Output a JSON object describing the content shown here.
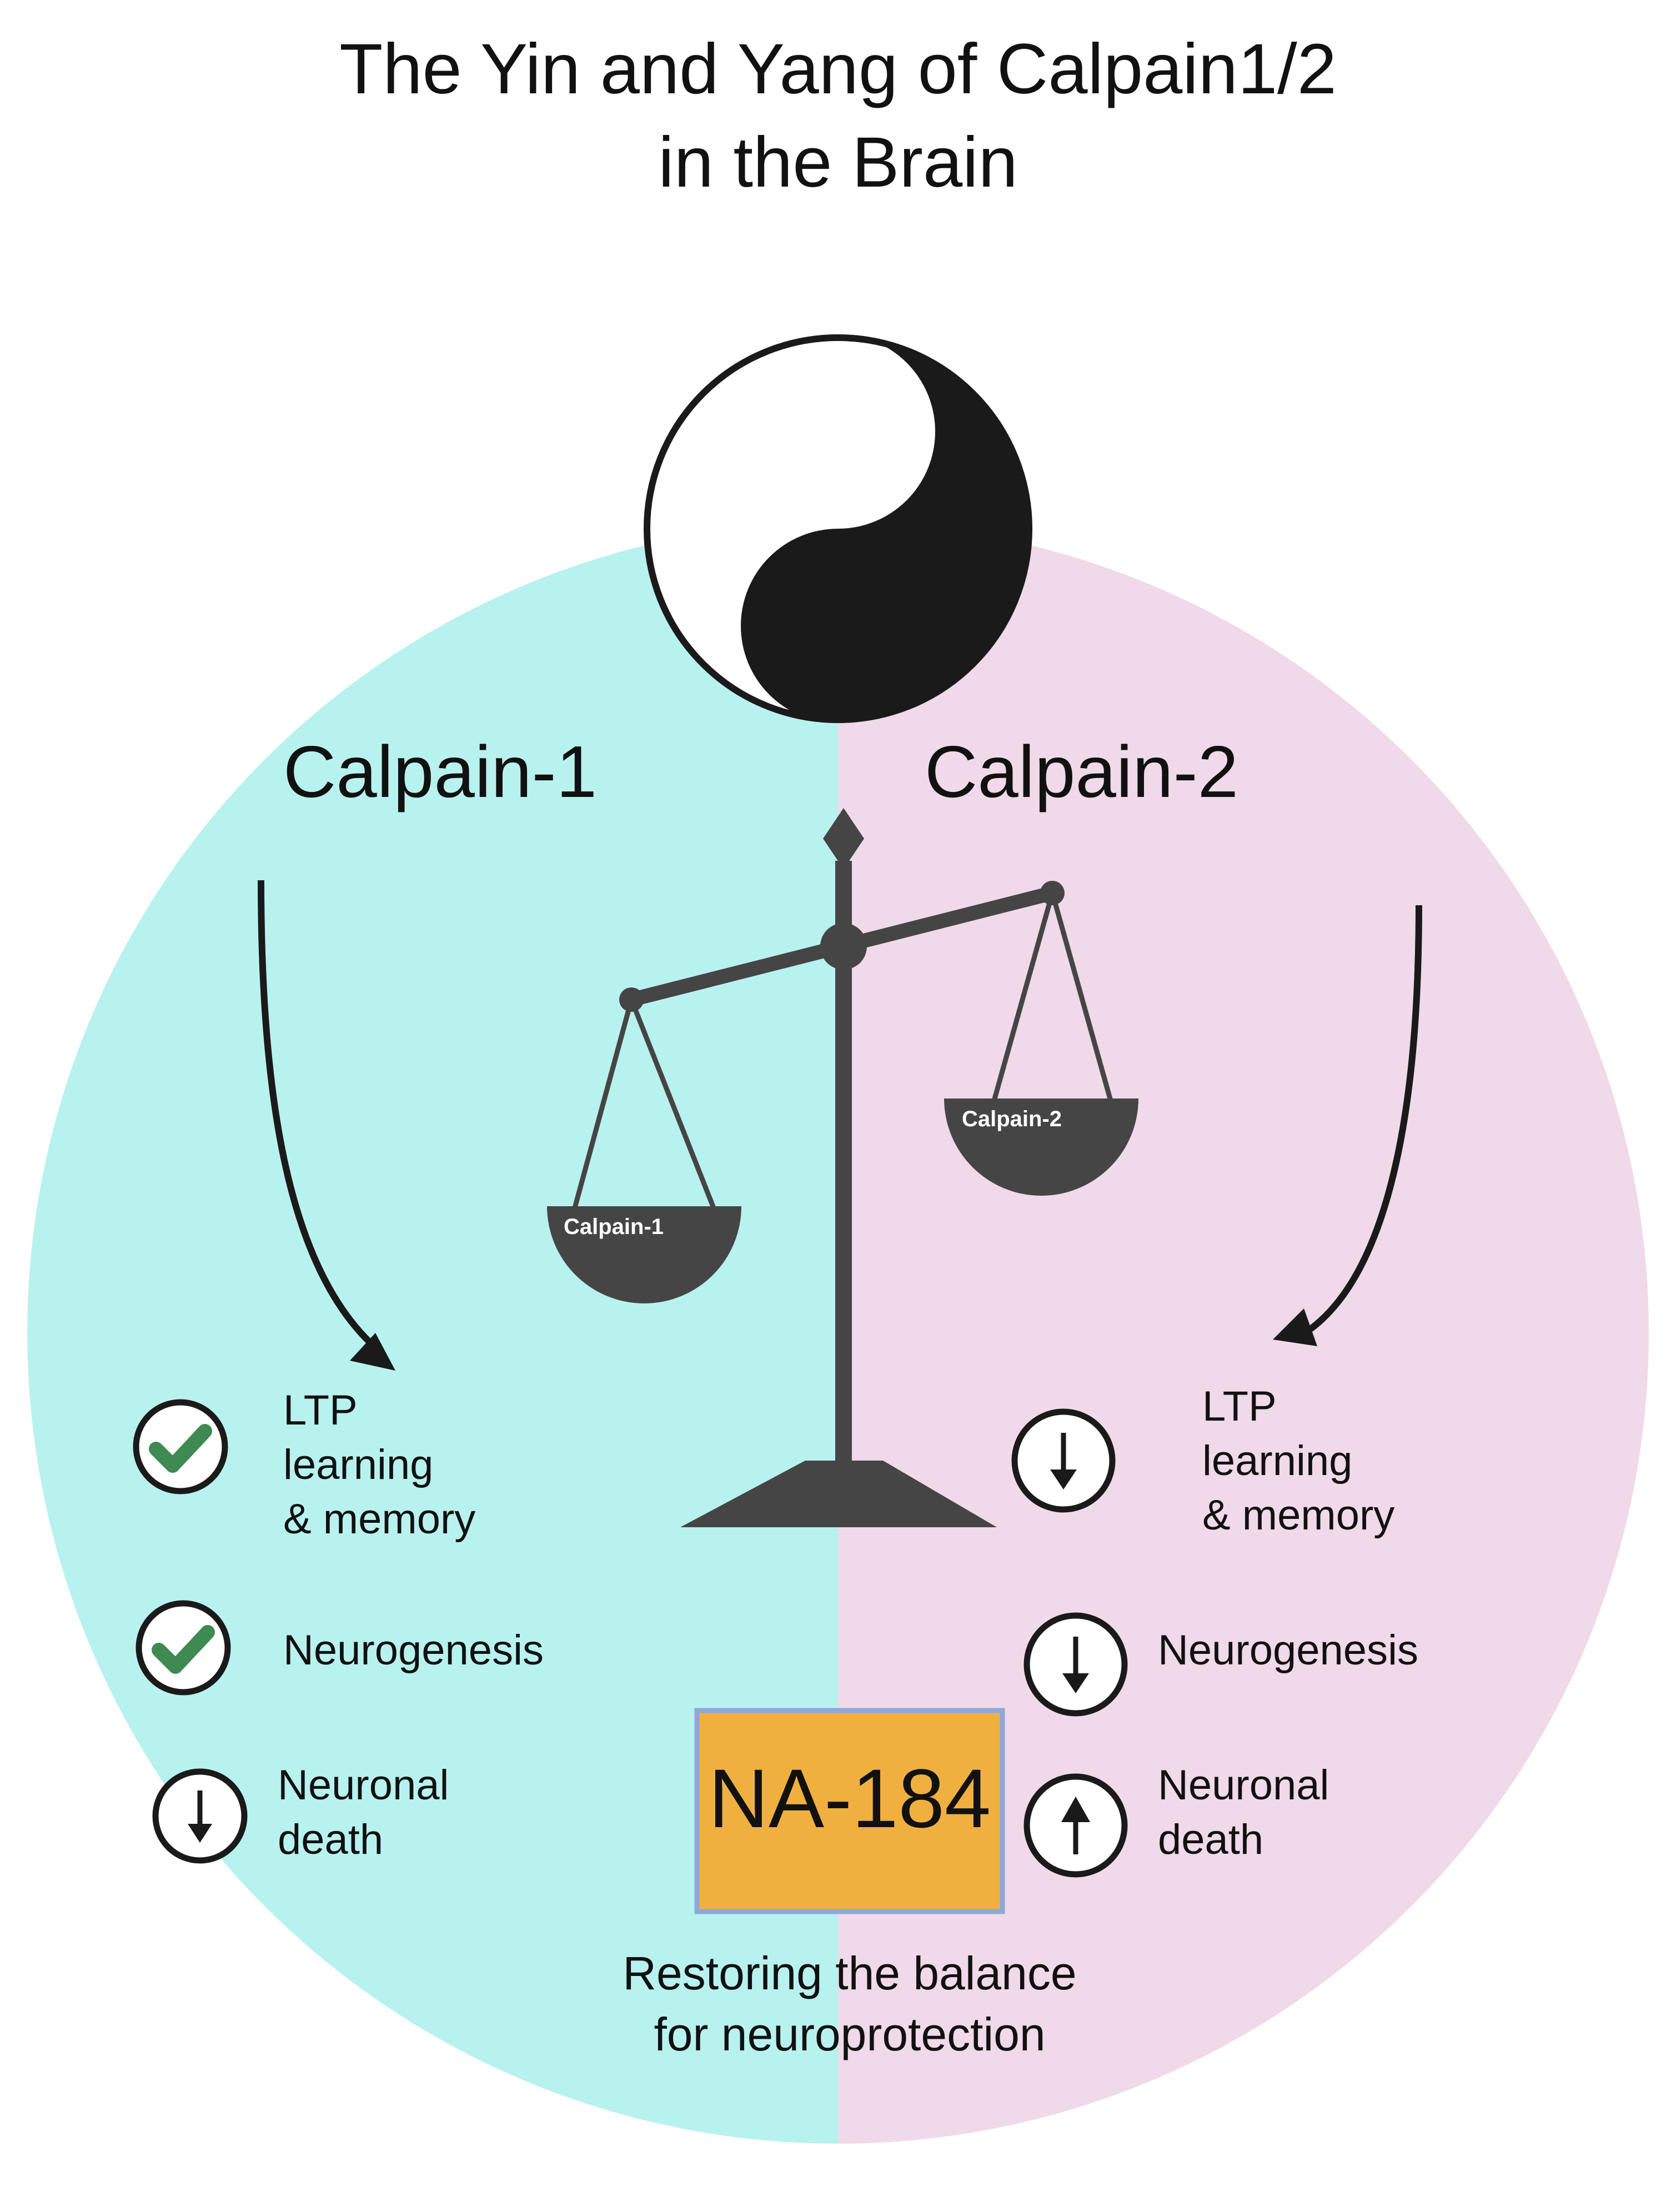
{
  "title": {
    "line1": "The Yin and Yang of Calpain1/2",
    "line2": "in the Brain"
  },
  "colors": {
    "left_half": "#b8f2ef",
    "right_half": "#f0d9e8",
    "scale": "#454545",
    "check": "#3e8a52",
    "drug_box": "#f0b040",
    "drug_border": "#8fa8d8",
    "text": "#111111"
  },
  "left": {
    "heading": "Calpain-1",
    "pan_label": "Calpain-1",
    "effects": [
      {
        "icon": "check-icon",
        "lines": [
          "LTP",
          "learning",
          "& memory"
        ]
      },
      {
        "icon": "check-icon",
        "lines": [
          "Neurogenesis"
        ]
      },
      {
        "icon": "arrow-down-icon",
        "lines": [
          "Neuronal",
          "death"
        ]
      }
    ]
  },
  "right": {
    "heading": "Calpain-2",
    "pan_label": "Calpain-2",
    "effects": [
      {
        "icon": "arrow-down-icon",
        "lines": [
          "LTP",
          "learning",
          "& memory"
        ]
      },
      {
        "icon": "arrow-down-icon",
        "lines": [
          "Neurogenesis"
        ]
      },
      {
        "icon": "arrow-up-icon",
        "lines": [
          "Neuronal",
          "death"
        ]
      }
    ]
  },
  "drug": {
    "name": "NA-184",
    "caption_line1": "Restoring the balance",
    "caption_line2": "for neuroprotection"
  }
}
